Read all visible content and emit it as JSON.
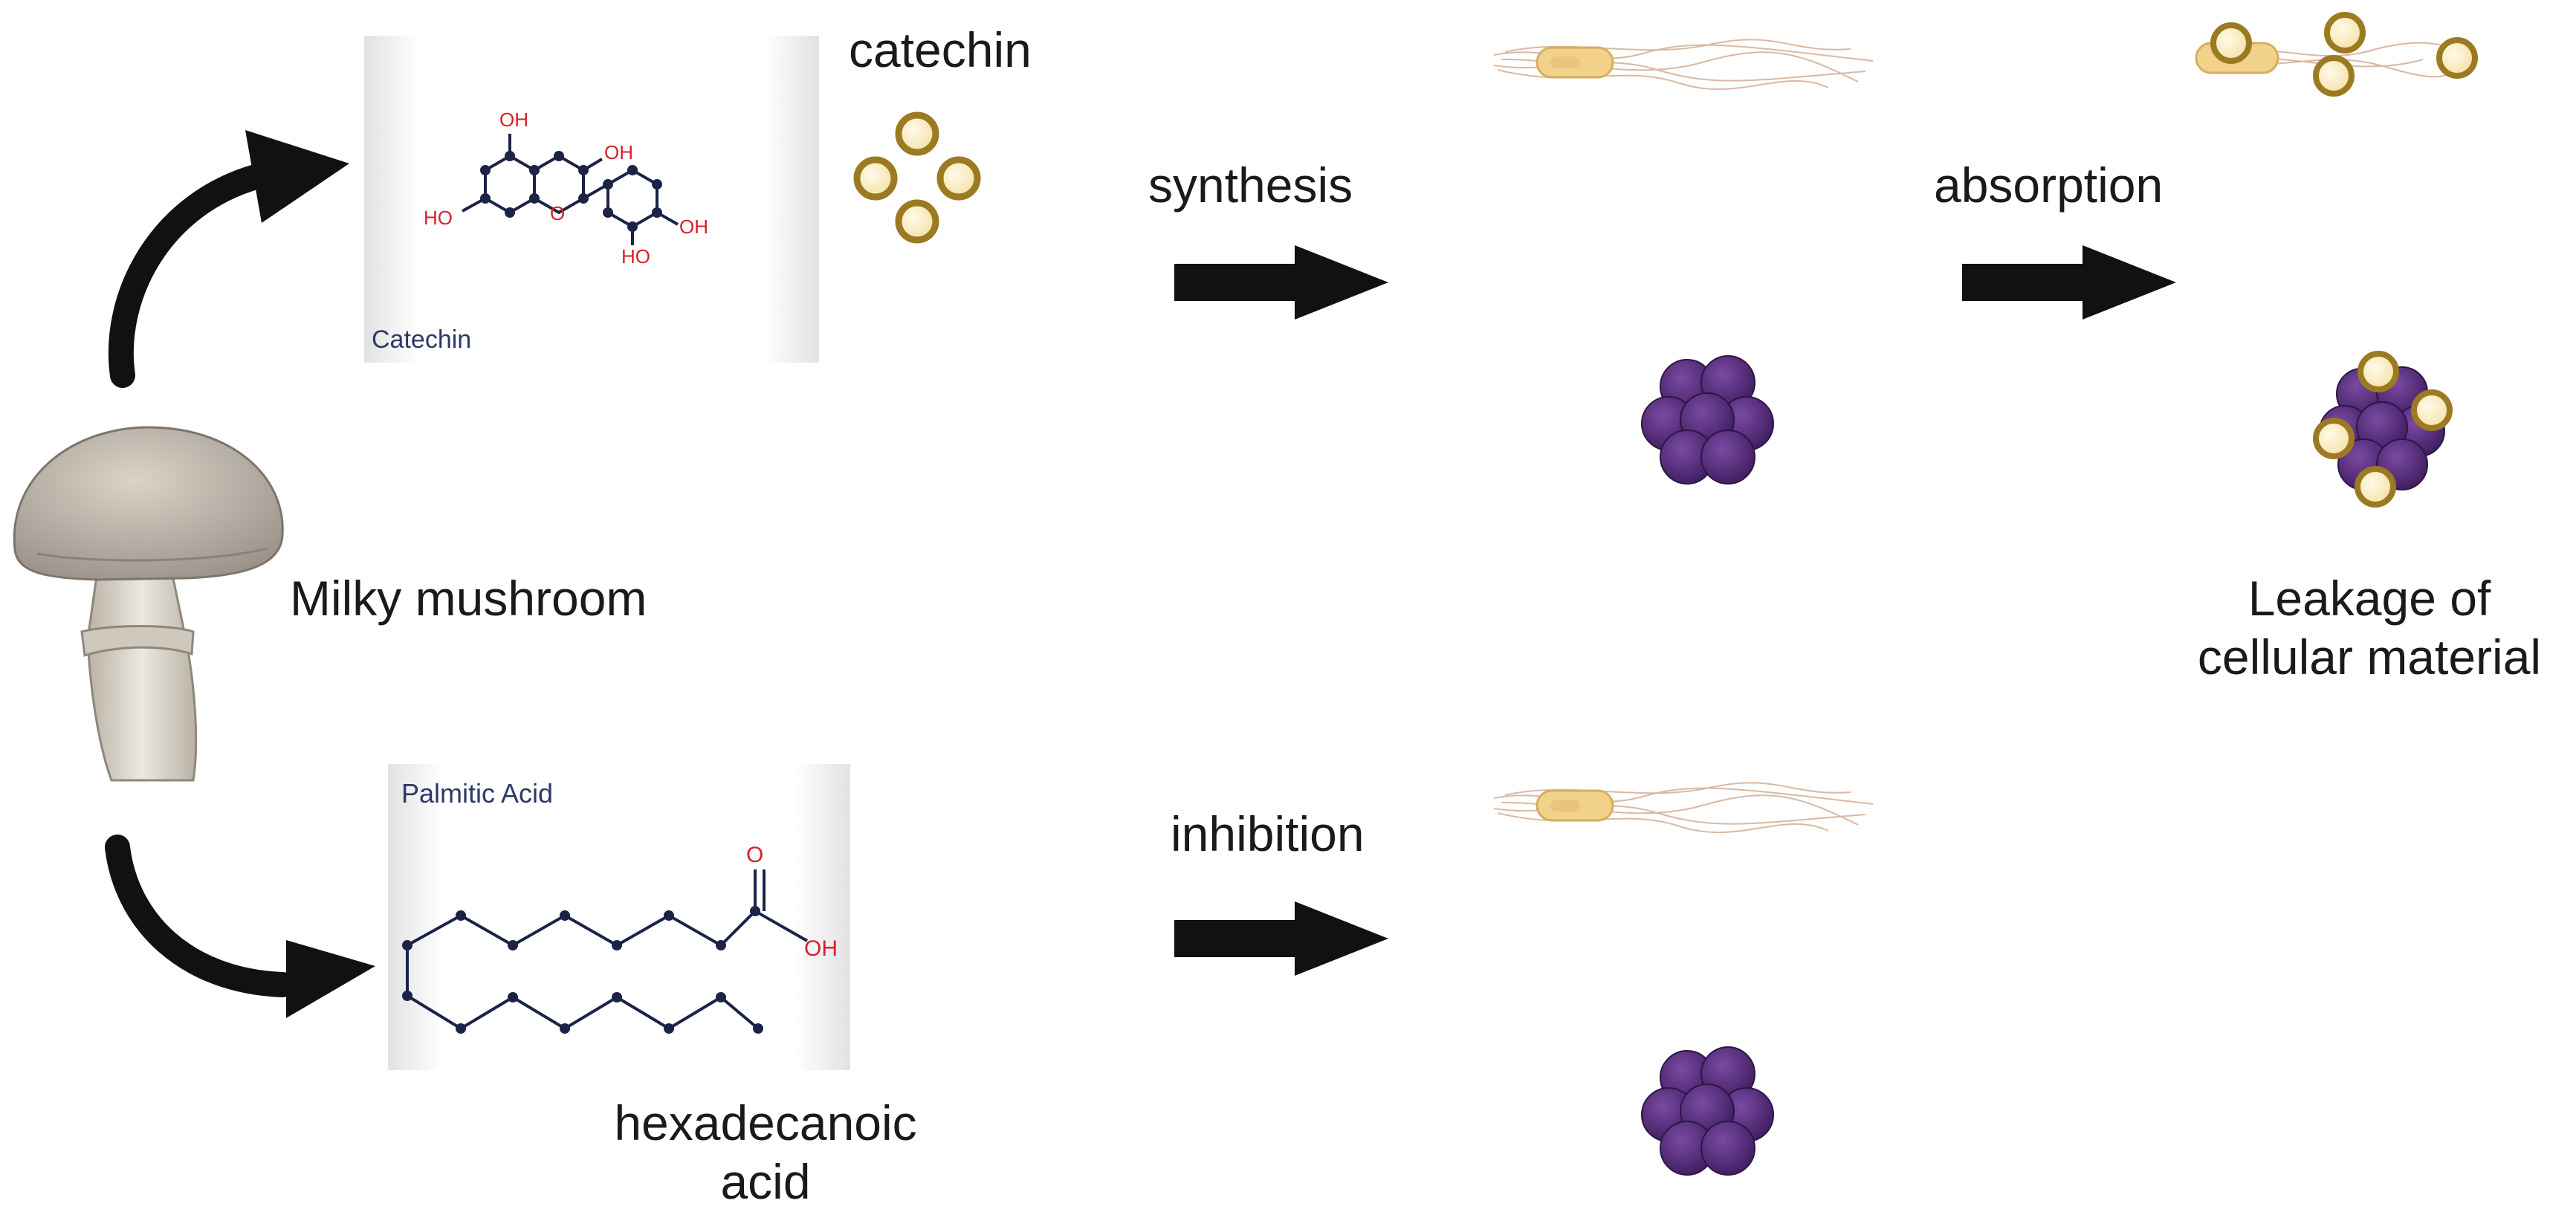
{
  "labels": {
    "catechin": "catechin",
    "mushroom": "Milky mushroom",
    "hexadecanoic_line1": "hexadecanoic",
    "hexadecanoic_line2": "acid",
    "synthesis": "synthesis",
    "absorption": "absorption",
    "inhibition": "inhibition",
    "leakage_line1": "Leakage of",
    "leakage_line2": "cellular material"
  },
  "structures": {
    "catechin": {
      "name": "Catechin",
      "atom_labels": [
        "OH",
        "OH",
        "O",
        "HO",
        "OH",
        "HO"
      ]
    },
    "palmitic": {
      "name": "Palmitic Acid",
      "atom_labels": [
        "O",
        "OH"
      ]
    }
  },
  "colors": {
    "bond": "#1b2447",
    "heteroatom": "#d6202a",
    "arrow": "#111111",
    "particle_fill": "#f6e6b0",
    "particle_stroke": "#9c7a22",
    "coccus_fill": "#5b2d82",
    "bacillus_fill": "#f2d18a",
    "card_fill": "#ececec"
  },
  "icons": {
    "mushroom": "mushroom-icon",
    "bacillus": "rod-bacterium-icon",
    "coccus": "cocci-cluster-icon",
    "particle": "catechin-particle-icon"
  }
}
